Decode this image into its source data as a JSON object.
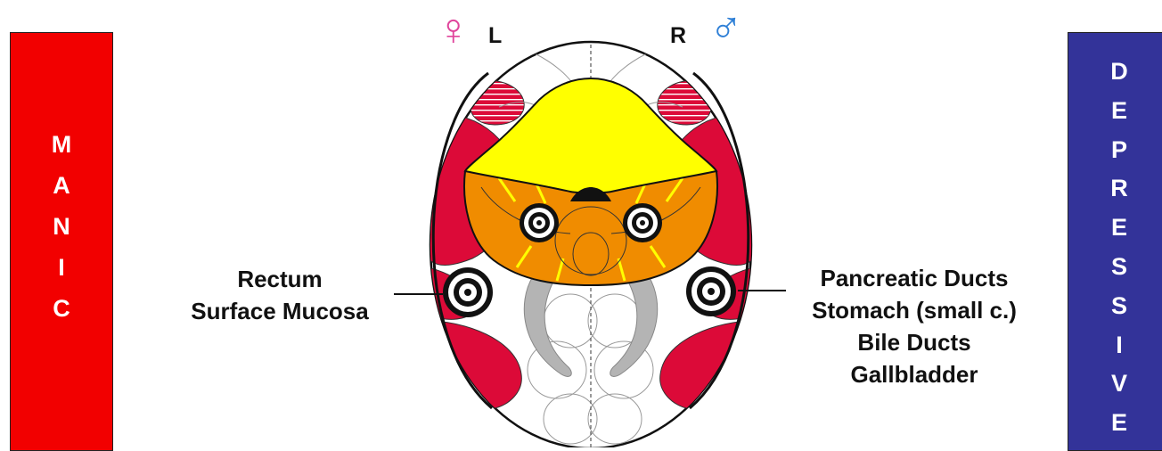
{
  "left_bar": {
    "letters": [
      "M",
      "A",
      "N",
      "I",
      "C"
    ],
    "color": "#f20000"
  },
  "right_bar": {
    "letters": [
      "D",
      "E",
      "P",
      "R",
      "E",
      "S",
      "S",
      "I",
      "V",
      "E"
    ],
    "color": "#333399"
  },
  "symbols": {
    "female": "♀",
    "female_color": "#e0449b",
    "male": "♂",
    "male_color": "#2e7fd6",
    "left": "L",
    "right": "R"
  },
  "left_label": [
    "Rectum",
    "Surface Mucosa"
  ],
  "right_label": [
    "Pancreatic Ducts",
    "Stomach (small c.)",
    "Bile Ducts",
    "Gallbladder"
  ],
  "colors": {
    "red": "#dc0a38",
    "yellow": "#ffff00",
    "orange": "#f08c00",
    "gray": "#b4b4b4"
  }
}
